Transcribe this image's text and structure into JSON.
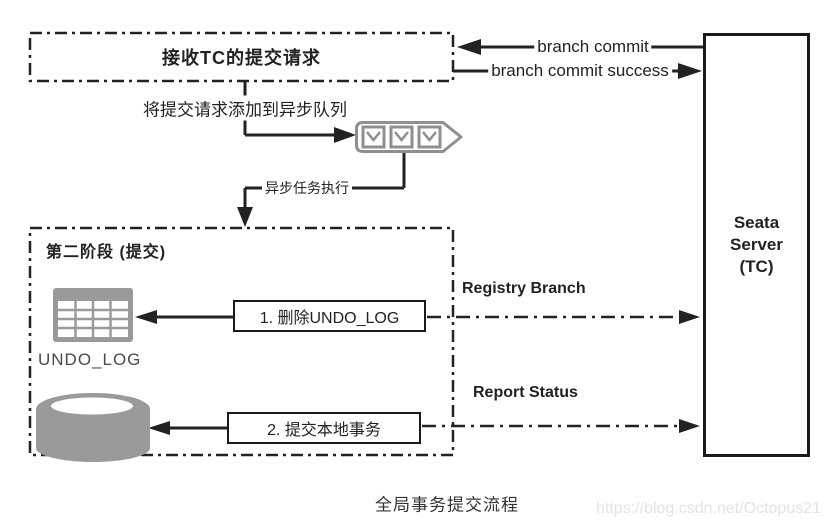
{
  "receive_box": {
    "title": "接收TC的提交请求"
  },
  "flow_labels": {
    "branch_commit": "branch commit",
    "branch_commit_success": "branch commit success",
    "add_to_async_queue": "将提交请求添加到异步队列",
    "async_task_exec": "异步任务执行",
    "registry_branch": "Registry Branch",
    "report_status": "Report Status"
  },
  "phase2_box": {
    "title": "第二阶段 (提交)",
    "undo_log_table": "UNDO_LOG",
    "step1": "1. 删除UNDO_LOG",
    "step2": "2. 提交本地事务"
  },
  "seata_server": {
    "lines": [
      "Seata",
      "Server",
      "(TC)"
    ]
  },
  "caption": "全局事务提交流程",
  "watermark": "https://blog.csdn.net/Octopus21",
  "icons": {
    "queue_icon": "message-queue-icon",
    "envelope_icon": "envelope-icon",
    "table_icon": "undo-log-table-icon",
    "database_icon": "database-cylinder-icon"
  },
  "colors": {
    "line": "#222222",
    "box_border": "#1a1a1a",
    "icon_gray_fill": "#9a9a9a",
    "icon_gray_stroke": "#8f8f8f",
    "caption_text": "#333333",
    "watermark_gray": "#e3e3e3",
    "background": "#ffffff"
  }
}
